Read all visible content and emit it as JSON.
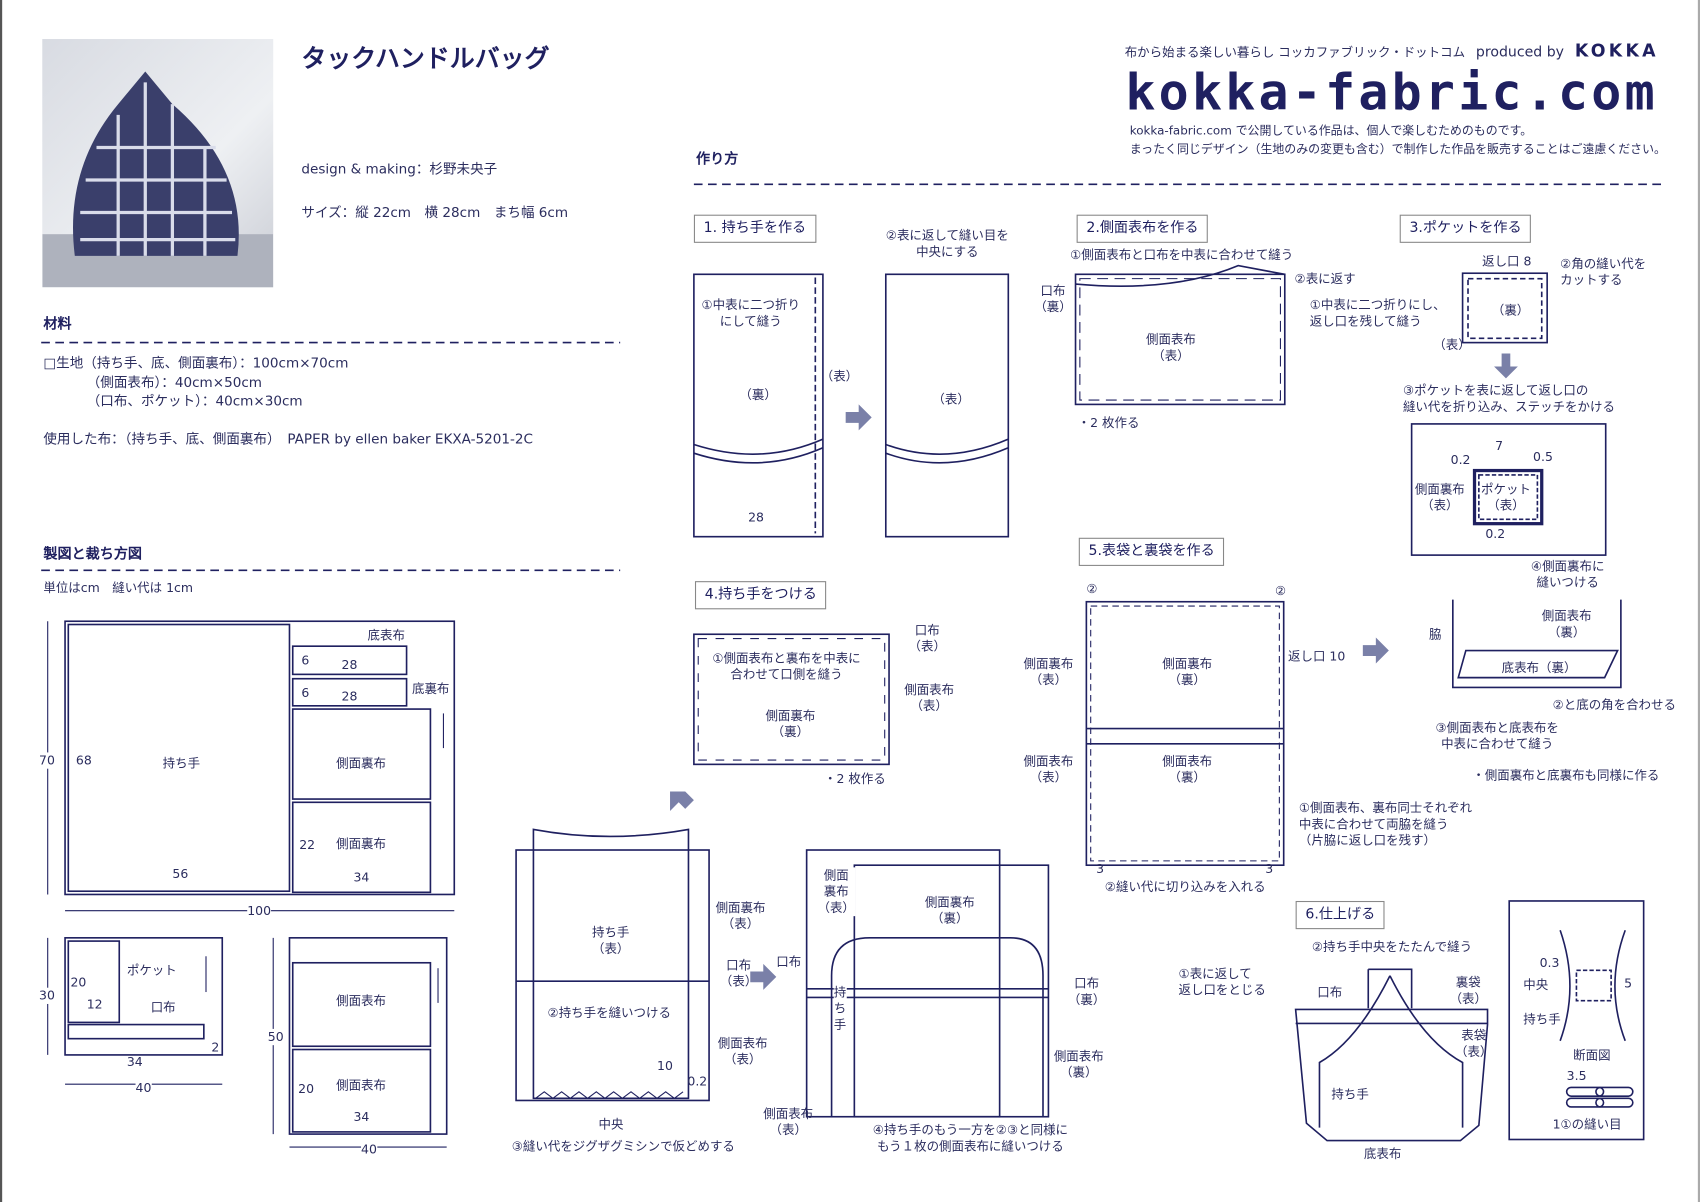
{
  "header": {
    "title": "タックハンドルバッグ",
    "design": "design & making：杉野未央子",
    "size": "サイズ：縦 22cm　横 28cm　まち幅 6cm"
  },
  "brand": {
    "tagline": "布から始まる楽しい暮らし コッカファブリック・ドットコム",
    "produced_by": "produced by",
    "kokka": "KOKKA",
    "logo": "kokka-fabric.com",
    "notice1": "kokka-fabric.com で公開している作品は、個人で楽しむためのものです。",
    "notice2": "まったく同じデザイン（生地のみの変更も含む）で制作した作品を販売することはご遠慮ください。"
  },
  "materials": {
    "heading": "材料",
    "lines": [
      "□生地（持ち手、底、側面裏布）：100cm×70cm",
      "（側面表布）：40cm×50cm",
      "（口布、ポケット）：40cm×30cm"
    ],
    "used": "使用した布：（持ち手、底、側面裏布）　PAPER by ellen baker EKXA-5201-2C"
  },
  "cutting": {
    "heading": "製図と裁ち方図",
    "unit": "単位はcm　縫い代は 1cm",
    "labels": [
      "底表布",
      "6",
      "28",
      "底裏布",
      "6",
      "28",
      "70",
      "68",
      "持ち手",
      "側面裏布",
      "22",
      "側面裏布",
      "56",
      "34",
      "100",
      "30",
      "20",
      "ポケット",
      "12",
      "口布",
      "34",
      "2",
      "40",
      "側面表布",
      "50",
      "20",
      "側面表布",
      "34",
      "40"
    ]
  },
  "howto": {
    "heading": "作り方",
    "steps": [
      {
        "title": "1. 持ち手を作る",
        "labels": [
          "①中表に二つ折り\nにして縫う",
          "（表）",
          "（裏）",
          "28",
          "②表に返して縫い目を\n中央にする",
          "（表）"
        ]
      },
      {
        "title": "2.側面表布を作る",
        "labels": [
          "①側面表布と口布を中表に合わせて縫う",
          "②表に返す",
          "口布\n（裏）",
          "側面表布\n（表）",
          "・2 枚作る"
        ]
      },
      {
        "title": "3.ポケットを作る",
        "labels": [
          "返し口 8",
          "②角の縫い代を\nカットする",
          "①中表に二つ折りにし、\n返し口を残して縫う",
          "（裏）",
          "（表）",
          "③ポケットを表に返して返し口の\n縫い代を折り込み、ステッチをかける",
          "7",
          "0.2",
          "0.5",
          "側面裏布\n（表）",
          "ポケット\n（表）",
          "0.2",
          "④側面裏布に\n縫いつける",
          "脇",
          "側面表布\n（裏）",
          "底表布（裏）",
          "②と底の角を合わせる",
          "③側面表布と底表布を\n中表に合わせて縫う",
          "・側面裏布と底裏布も同様に作る"
        ]
      },
      {
        "title": "4.持ち手をつける",
        "labels": [
          "口布\n（表）",
          "①側面表布と裏布を中表に\n合わせて口側を縫う",
          "側面表布\n（表）",
          "側面裏布\n（裏）",
          "・2 枚作る",
          "持ち手\n（表）",
          "側面裏布\n（表）",
          "口布\n（表）",
          "②持ち手を縫いつける",
          "側面表布\n（表）",
          "10",
          "0.2",
          "中央",
          "③縫い代をジグザグミシンで仮どめする",
          "側面\n裏布\n（表）",
          "側面裏布\n（裏）",
          "口布",
          "持\nち\n手",
          "口布\n（裏）",
          "側面表布\n（裏）",
          "側面表布\n（表）",
          "④持ち手のもう一方を②③と同様に\nもう１枚の側面表布に縫いつける"
        ]
      },
      {
        "title": "5.表袋と裏袋を作る",
        "labels": [
          "②",
          "②",
          "側面裏布\n（表）",
          "側面裏布\n（裏）",
          "返し口 10",
          "側面表布\n（表）",
          "側面表布\n（裏）",
          "①側面表布、裏布同士それぞれ\n中表に合わせて両脇を縫う\n（片脇に返し口を残す）",
          "3",
          "3",
          "②縫い代に切り込みを入れる"
        ]
      },
      {
        "title": "6.仕上げる",
        "labels": [
          "①表に返して\n返し口をとじる",
          "②持ち手中央をたたんで縫う",
          "口布",
          "裏袋\n（表）",
          "表袋\n（表）",
          "持ち手",
          "底表布",
          "0.3",
          "中央",
          "5",
          "持ち手",
          "断面図",
          "3.5",
          "1①の縫い目"
        ]
      }
    ]
  },
  "colors": {
    "ink": "#1f2060",
    "text": "#2b2d5e",
    "arrow": "#7a80a8"
  }
}
